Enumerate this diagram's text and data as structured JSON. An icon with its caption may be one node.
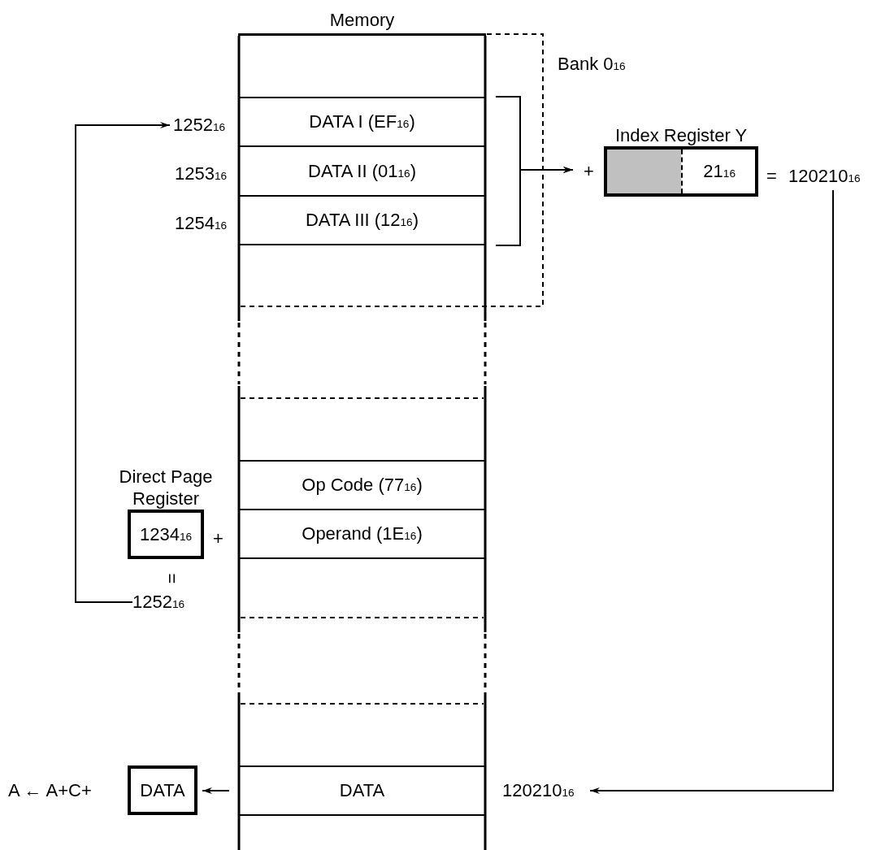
{
  "diagram": {
    "nodes": [
      {
        "text": [
          "Memory"
        ]
      },
      {
        "text": [
          "DATA I  (EF$_{16}$)"
        ],
        "in": 0
      },
      {
        "text": [
          "DATA II  (01$_{16}$)"
        ],
        "in": 0
      },
      {
        "text": [
          "DATA III (12$_{16}$)"
        ],
        "in": 0
      },
      {
        "text": [
          "Op Code (77$_{16}$)"
        ],
        "in": 0
      },
      {
        "text": [
          "Operand (1E$_{16}$)"
        ],
        "in": 0
      },
      {
        "text": [
          "DATA"
        ],
        "in": 0
      },
      {
        "text": [
          "1252$_{16}$"
        ]
      },
      {
        "text": [
          "1252$_{16}$"
        ]
      },
      {
        "text": [
          "Index Register Y",
          "21$_{16}$"
        ],
        "beside": [
          "="
        ]
      },
      {
        "text": [
          "120210$_{16}$"
        ]
      },
      {
        "text": [
          "120210$_{16}$"
        ]
      },
      {
        "text": [
          "Direct Page Register",
          "1234$_{16}$"
        ],
        "beside": [
          "="
        ]
      },
      {
        "text": [
          "DATA"
        ]
      }
    ],
    "edges": [
      {
        "from": 8,
        "to": 7,
        "arrow": "to"
      },
      {
        "from": 1,
        "to": 9,
        "arrow": "to"
      },
      {
        "from": 3,
        "to": 9,
        "arrow": "to"
      },
      {
        "from": 10,
        "to": 11,
        "arrow": "to"
      },
      {
        "from": 6,
        "to": 13,
        "arrow": "to"
      }
    ],
    "labels": [
      "Bank 0$_{16}$",
      "1253$_{16}$",
      "+",
      "1254$_{16}$",
      "+",
      "A ← A+C+"
    ]
  }
}
